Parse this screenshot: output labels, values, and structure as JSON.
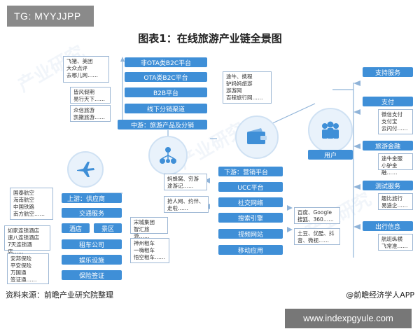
{
  "watermark_tag": "TG: MYYJJPP",
  "title": "图表1：在线旅游产业链全景图",
  "midstream": {
    "boxes": [
      {
        "label": "非OTA类B2C平台",
        "detail": "飞猪、美团\n大众点评\n去哪儿网……"
      },
      {
        "label": "OTA类B2C平台",
        "detail": "途牛、携程\n驴妈妈旅游\n游游网\n百程旅行网……"
      },
      {
        "label": "B2B平台",
        "detail": "皆风假期\n易行天下……"
      },
      {
        "label": "线下分销渠道",
        "detail": "众信旅游\n凯撒旅游……"
      }
    ],
    "header": "中游：旅游产品及分销"
  },
  "upstream": {
    "header": "上游：供应商",
    "airlines": "国泰航空\n海南航空\n中国铁路\n南方航空……",
    "transport": "交通服务",
    "hotel": "酒店",
    "scenic": "景区",
    "hotel_detail": "如家连锁酒店\n速八连锁酒店\n7天连锁酒店……",
    "scenic_detail": "宋城集团\n智汇旅游……",
    "car_rental": "租车公司",
    "car_detail": "神州租车\n一嗨租车\n悟空租车……",
    "entertainment": "娱乐设施",
    "insurance": "保险签证",
    "insurance_detail": "安邦保险\n平安保险\n万国通\n签证通……"
  },
  "downstream": {
    "header": "下游：营销平台",
    "items": [
      "UCC平台",
      "社交网络",
      "搜索引擎",
      "视频网站",
      "移动应用"
    ],
    "ucc_detail": "蚂蜂窝、穷游\n途游记……",
    "social_detail": "抢人网、约伴、\n走啦……",
    "search_detail": "百度、Google\n搜狐、360……",
    "video_detail": "土豆、优酷、抖\n音、微视……"
  },
  "user": {
    "label": "用户"
  },
  "support": {
    "items": [
      {
        "label": "支持服务",
        "detail": ""
      },
      {
        "label": "支付",
        "detail": "微信支付\n支付宝\n云闪付……"
      },
      {
        "label": "旅游金融",
        "detail": "途牛金服\n小驴金融……"
      },
      {
        "label": "测试服务",
        "detail": "趣比旅行\n易途企……"
      },
      {
        "label": "出行信息",
        "detail": "航班纵横\n飞常准……"
      }
    ]
  },
  "footer": {
    "source": "资料来源：前瞻产业研究院整理",
    "brand": "@前瞻经济学人APP",
    "url": "www.indexpgyule.com"
  },
  "colors": {
    "box_blue": "#3f8fd7",
    "circle_bg": "#e9f2fb",
    "line": "#8fb3d8"
  },
  "icons": [
    "airplane-icon",
    "network-icon",
    "wallet-icon",
    "users-icon"
  ]
}
